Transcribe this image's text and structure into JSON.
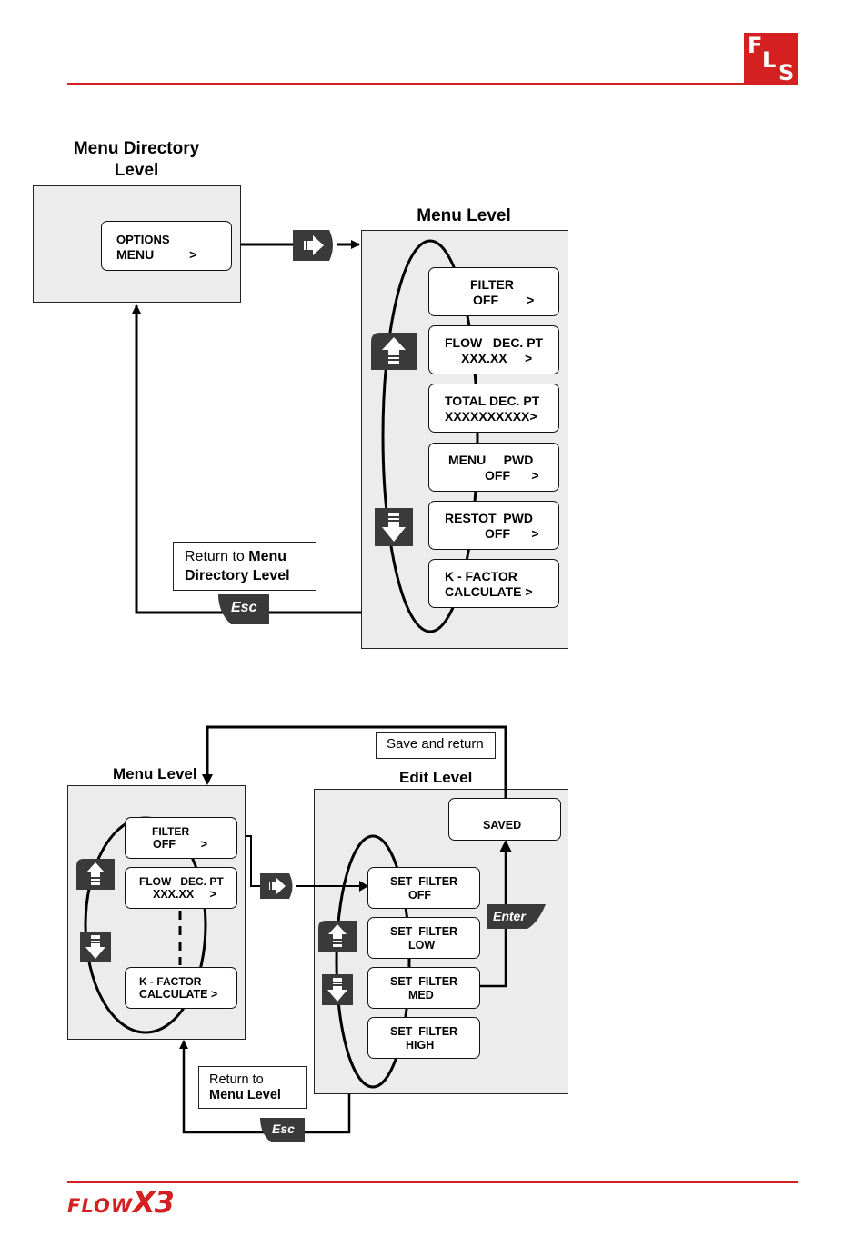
{
  "header": {
    "logo_letters": [
      "F",
      "L",
      "S"
    ],
    "brand_color": "#d42020"
  },
  "footer": {
    "logo_part1": "FLOW",
    "logo_part2": "X3"
  },
  "diagram1": {
    "title_directory": "Menu Directory\nLevel",
    "options_menu": {
      "line1": "OPTIONS",
      "line2": "MENU          >"
    },
    "title_menu_level": "Menu Level",
    "menu_items": [
      {
        "line1": "FILTER",
        "line2": "OFF        >"
      },
      {
        "line1": "FLOW   DEC. PT",
        "line2": "XXX.XX     >"
      },
      {
        "line1": "TOTAL DEC. PT",
        "line2": "XXXXXXXXXX>"
      },
      {
        "line1": "MENU     PWD",
        "line2": "OFF      >"
      },
      {
        "line1": "RESTOT  PWD",
        "line2": "OFF      >"
      },
      {
        "line1": "K - FACTOR",
        "line2": "CALCULATE >"
      }
    ],
    "return_note": {
      "text_plain": "Return to ",
      "text_bold1": "Menu",
      "text_bold2": "Directory Level"
    },
    "esc_label": "Esc"
  },
  "diagram2": {
    "title_menu_level": "Menu Level",
    "title_edit_level": "Edit Level",
    "save_note": "Save and return",
    "menu_items": [
      {
        "line1": "FILTER",
        "line2": "OFF        >"
      },
      {
        "line1": "FLOW   DEC. PT",
        "line2": "XXX.XX     >"
      },
      {
        "line1": "K - FACTOR",
        "line2": "CALCULATE >"
      }
    ],
    "edit_items": [
      {
        "line1": "SET  FILTER",
        "line2": "OFF"
      },
      {
        "line1": "SET  FILTER",
        "line2": "LOW"
      },
      {
        "line1": "SET  FILTER",
        "line2": "MED"
      },
      {
        "line1": "SET  FILTER",
        "line2": "HIGH"
      }
    ],
    "saved_label": "SAVED",
    "enter_label": "Enter",
    "esc_label": "Esc",
    "return_note": {
      "line1": "Return to",
      "line2": "Menu Level"
    }
  }
}
